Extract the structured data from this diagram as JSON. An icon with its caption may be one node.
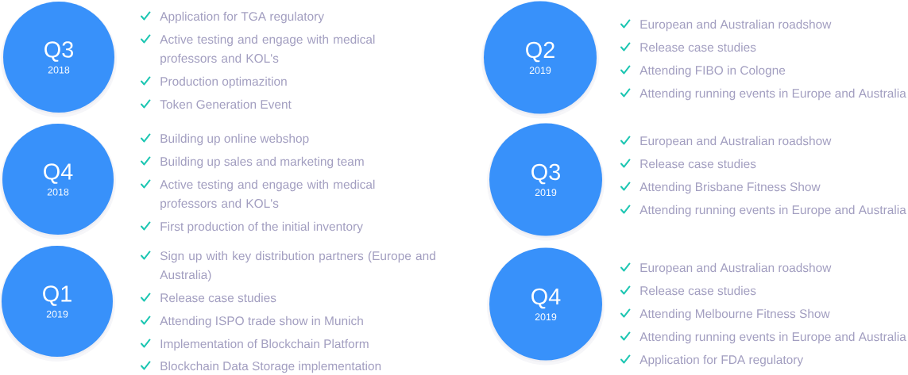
{
  "diagram": {
    "nodes": [
      {
        "text": [
          "Q3",
          "2018"
        ],
        "beside": [
          "Application for TGA regulatory",
          "Active testing and engage with medical professors and KOL's",
          "Production optimazition",
          "Token Generation Event"
        ]
      },
      {
        "text": [
          "Q4",
          "2018"
        ],
        "beside": [
          "Building up online webshop",
          "Building up sales and marketing team",
          "Active testing and engage with medical professors and KOL's",
          "First production of the initial inventory"
        ]
      },
      {
        "text": [
          "Q1",
          "2019"
        ],
        "beside": [
          "Sign up with key distribution partners (Europe and Australia)",
          "Release case studies",
          "Attending ISPO trade show in Munich",
          "Implementation of Blockchain Platform",
          "Blockchain Data Storage implementation"
        ]
      },
      {
        "text": [
          "Q2",
          "2019"
        ],
        "beside": [
          "European and Australian roadshow",
          "Release case studies",
          "Attending FIBO in Cologne",
          "Attending running events in Europe and Australia"
        ]
      },
      {
        "text": [
          "Q3",
          "2019"
        ],
        "beside": [
          "European and Australian roadshow",
          "Release case studies",
          "Attending Brisbane Fitness Show",
          "Attending running events in Europe and Australia"
        ]
      },
      {
        "text": [
          "Q4",
          "2019"
        ],
        "beside": [
          "European and Australian roadshow",
          "Release case studies",
          "Attending Melbourne Fitness Show",
          "Attending running events in Europe and Australia",
          "Application for FDA regulatory"
        ]
      }
    ]
  }
}
